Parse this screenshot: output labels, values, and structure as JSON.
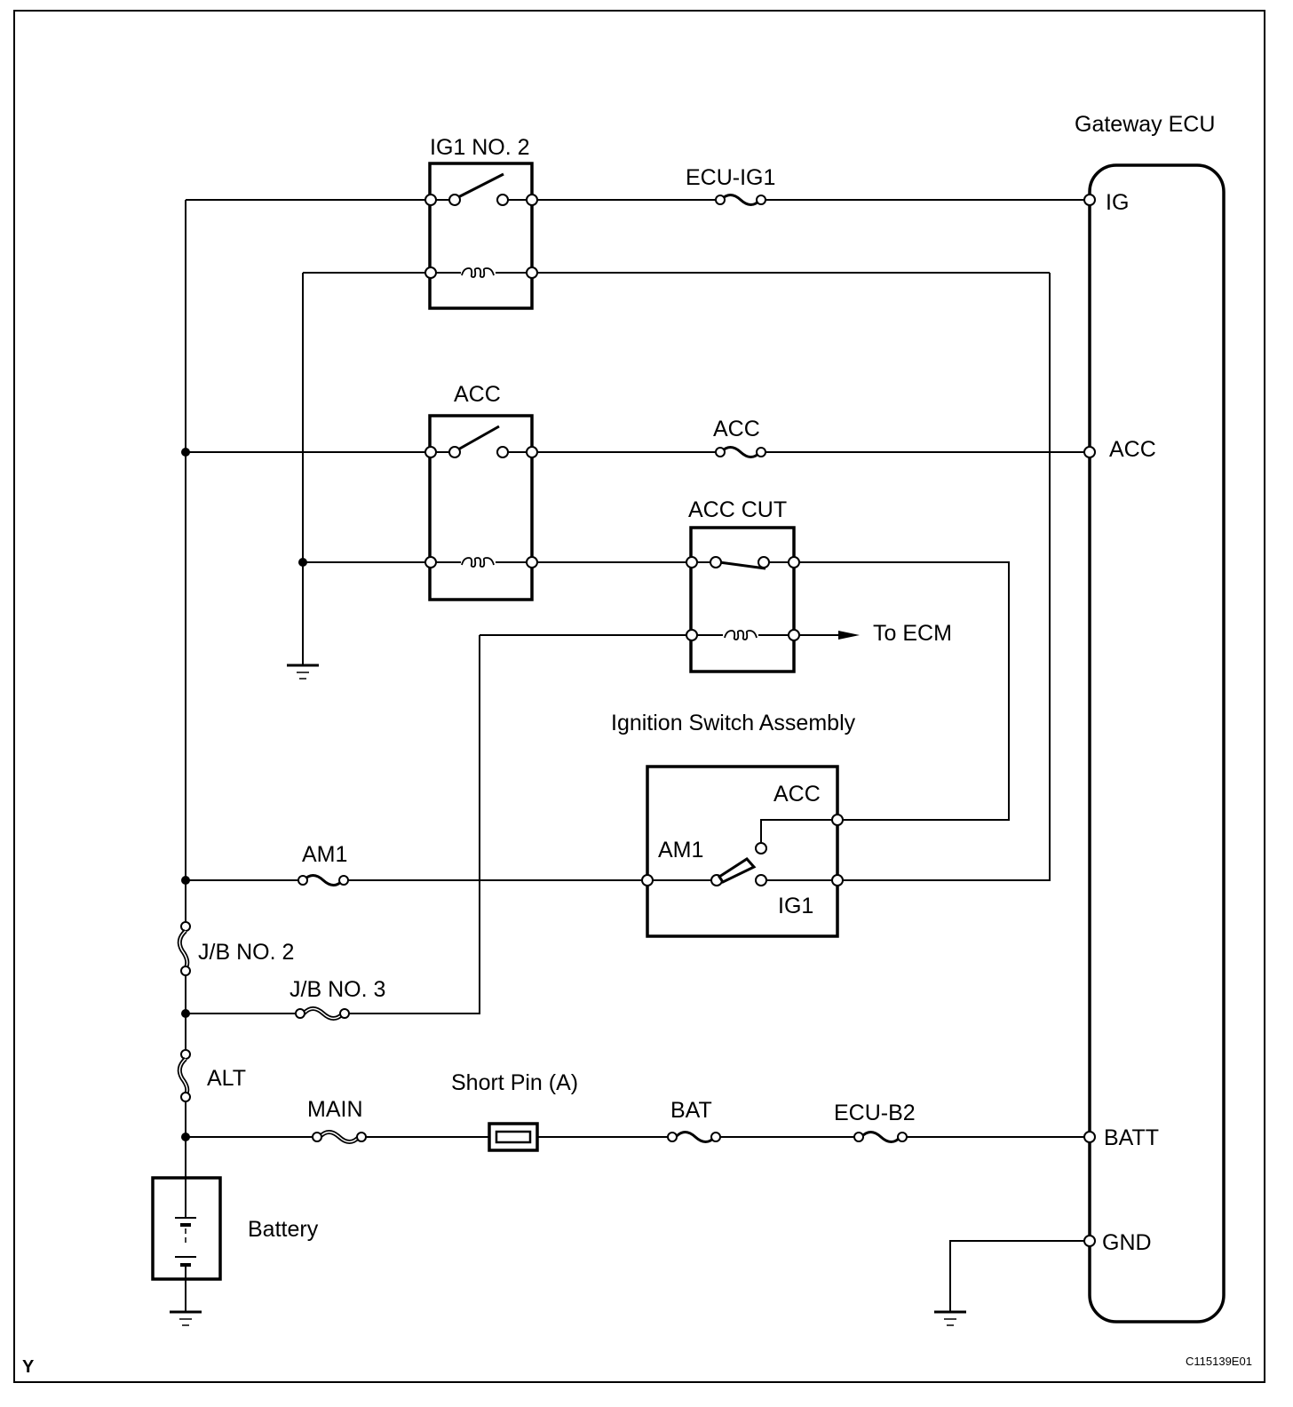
{
  "diagram": {
    "type": "wiring-diagram",
    "components": {
      "gateway_ecu": {
        "title": "Gateway ECU",
        "pins": [
          "IG",
          "ACC",
          "BATT",
          "GND"
        ]
      },
      "relay_ig1_no2": {
        "label": "IG1 NO. 2"
      },
      "relay_acc": {
        "label": "ACC"
      },
      "relay_acc_cut": {
        "label": "ACC CUT",
        "output_label": "To ECM"
      },
      "ignition_switch": {
        "title": "Ignition Switch Assembly",
        "terminals": {
          "acc": "ACC",
          "am1": "AM1",
          "ig1": "IG1"
        }
      },
      "battery": {
        "label": "Battery"
      },
      "short_pin": {
        "label": "Short Pin (A)"
      }
    },
    "fuses": {
      "ecu_ig1": "ECU-IG1",
      "acc": "ACC",
      "am1": "AM1",
      "jb_no2": "J/B NO. 2",
      "jb_no3": "J/B NO. 3",
      "alt": "ALT",
      "main": "MAIN",
      "bat": "BAT",
      "ecu_b2": "ECU-B2"
    },
    "corner_label": "Y",
    "figure_code": "C115139E01"
  }
}
